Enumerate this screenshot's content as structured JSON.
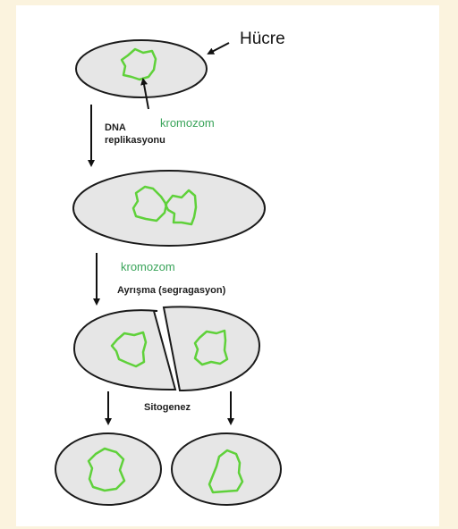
{
  "labels": {
    "cell": "Hücre",
    "chromosome_1": "kromozom",
    "dna_replication_line1": "DNA",
    "dna_replication_line2": "replikasyonu",
    "chromosome_2": "kromozom",
    "segregation": "Ayrışma (segragasyon)",
    "cytokinesis": "Sitogenez"
  },
  "colors": {
    "background": "#fbf3de",
    "panel": "#ffffff",
    "cell_fill": "#e6e6e6",
    "cell_outline": "#1a1a1a",
    "chromosome": "#5fd13a",
    "label_green": "#3aa45a",
    "arrow": "#111111"
  }
}
